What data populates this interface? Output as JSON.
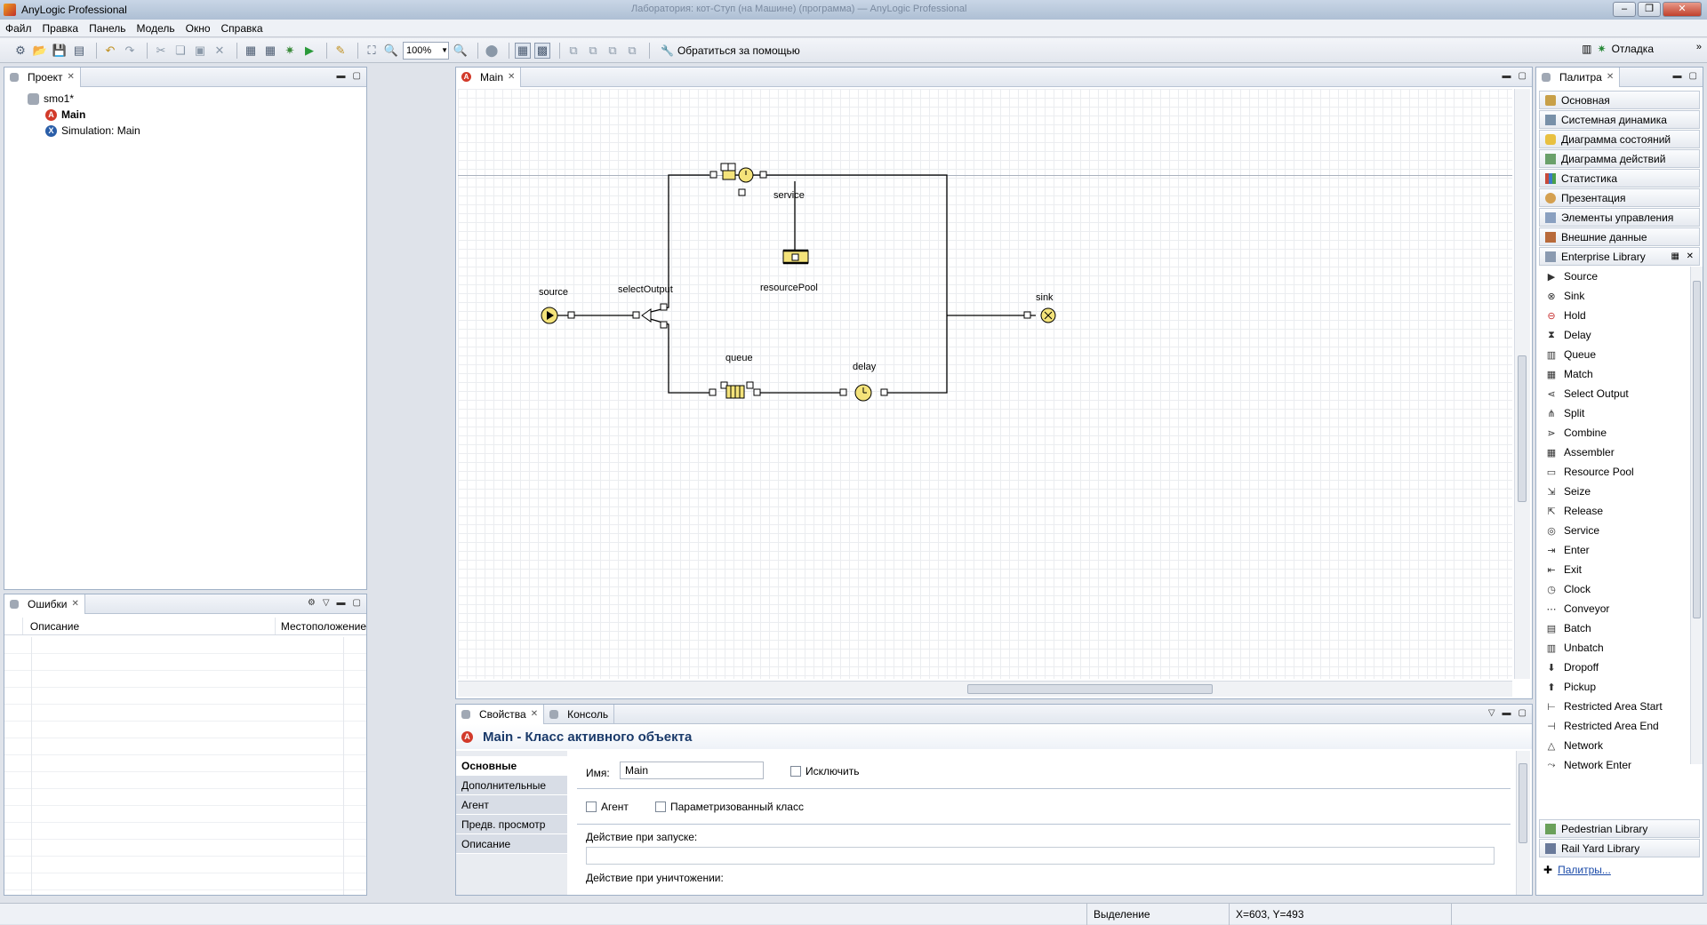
{
  "window": {
    "title": "AnyLogic Professional",
    "title_center": "Лаборатория: кот-Ступ (на Машине) (программа) — AnyLogic Professional"
  },
  "menu": [
    "Файл",
    "Правка",
    "Панель",
    "Модель",
    "Окно",
    "Справка"
  ],
  "toolbar": {
    "zoom": "100%",
    "help_label": "Обратиться за помощью",
    "debug_label": "Отладка"
  },
  "project": {
    "tab_label": "Проект",
    "tree": {
      "root": "smo1*",
      "main": "Main",
      "sim": "Simulation: Main"
    }
  },
  "errors": {
    "tab_label": "Ошибки",
    "col_description": "Описание",
    "col_location": "Местоположение"
  },
  "editor": {
    "tab_label": "Main",
    "blocks": {
      "source": "source",
      "selectOutput": "selectOutput",
      "service": "service",
      "resourcePool": "resourcePool",
      "queue": "queue",
      "delay": "delay",
      "sink": "sink"
    }
  },
  "properties": {
    "tab_props": "Свойства",
    "tab_console": "Консоль",
    "heading": "Main - Класс активного объекта",
    "side_tabs": [
      "Основные",
      "Дополнительные",
      "Агент",
      "Предв. просмотр",
      "Описание"
    ],
    "name_label": "Имя:",
    "name_value": "Main",
    "exclude_label": "Исключить",
    "agent_label": "Агент",
    "param_class_label": "Параметризованный класс",
    "startup_label": "Действие при запуске:",
    "destroy_label": "Действие при уничтожении:"
  },
  "palette": {
    "tab_label": "Палитра",
    "groups": [
      "Основная",
      "Системная динамика",
      "Диаграмма состояний",
      "Диаграмма действий",
      "Статистика",
      "Презентация",
      "Элементы управления",
      "Внешние данные"
    ],
    "enterprise": "Enterprise Library",
    "items": [
      "Source",
      "Sink",
      "Hold",
      "Delay",
      "Queue",
      "Match",
      "Select Output",
      "Split",
      "Combine",
      "Assembler",
      "Resource Pool",
      "Seize",
      "Release",
      "Service",
      "Enter",
      "Exit",
      "Clock",
      "Conveyor",
      "Batch",
      "Unbatch",
      "Dropoff",
      "Pickup",
      "Restricted Area Start",
      "Restricted Area End",
      "Network",
      "Network Enter"
    ],
    "pedestrian": "Pedestrian Library",
    "railyard": "Rail Yard Library",
    "more_link": "Палитры..."
  },
  "status": {
    "selection": "Выделение",
    "coords": "X=603, Y=493"
  }
}
